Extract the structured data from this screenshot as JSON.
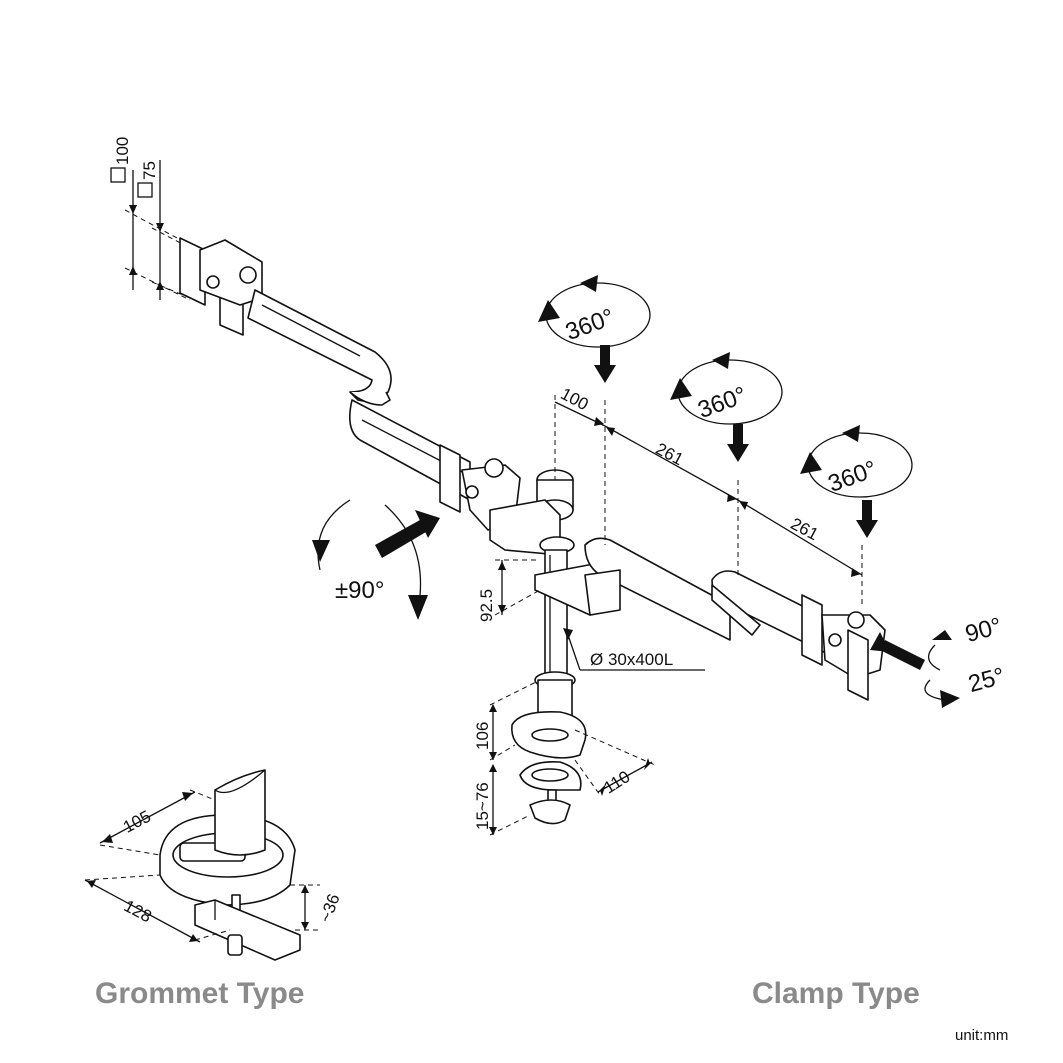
{
  "labels": {
    "vesa_100": "100",
    "vesa_75": "75",
    "rot_top_left": "360°",
    "rot_top_mid": "360°",
    "rot_top_right": "360°",
    "dim_100": "100",
    "dim_261_a": "261",
    "dim_261_b": "261",
    "tilt_left": "±90°",
    "dim_92_5": "92.5",
    "pole": "Ø 30x400L",
    "tilt_up": "90°",
    "tilt_down": "25°",
    "dim_106": "106",
    "dim_15_76": "15~76",
    "dim_110": "110",
    "dim_105": "105",
    "dim_128": "128",
    "dim_36": "~36"
  },
  "captions": {
    "grommet": "Grommet Type",
    "clamp": "Clamp Type",
    "unit": "unit:mm"
  },
  "colors": {
    "line": "#111111",
    "caption": "#8a8a8a"
  }
}
